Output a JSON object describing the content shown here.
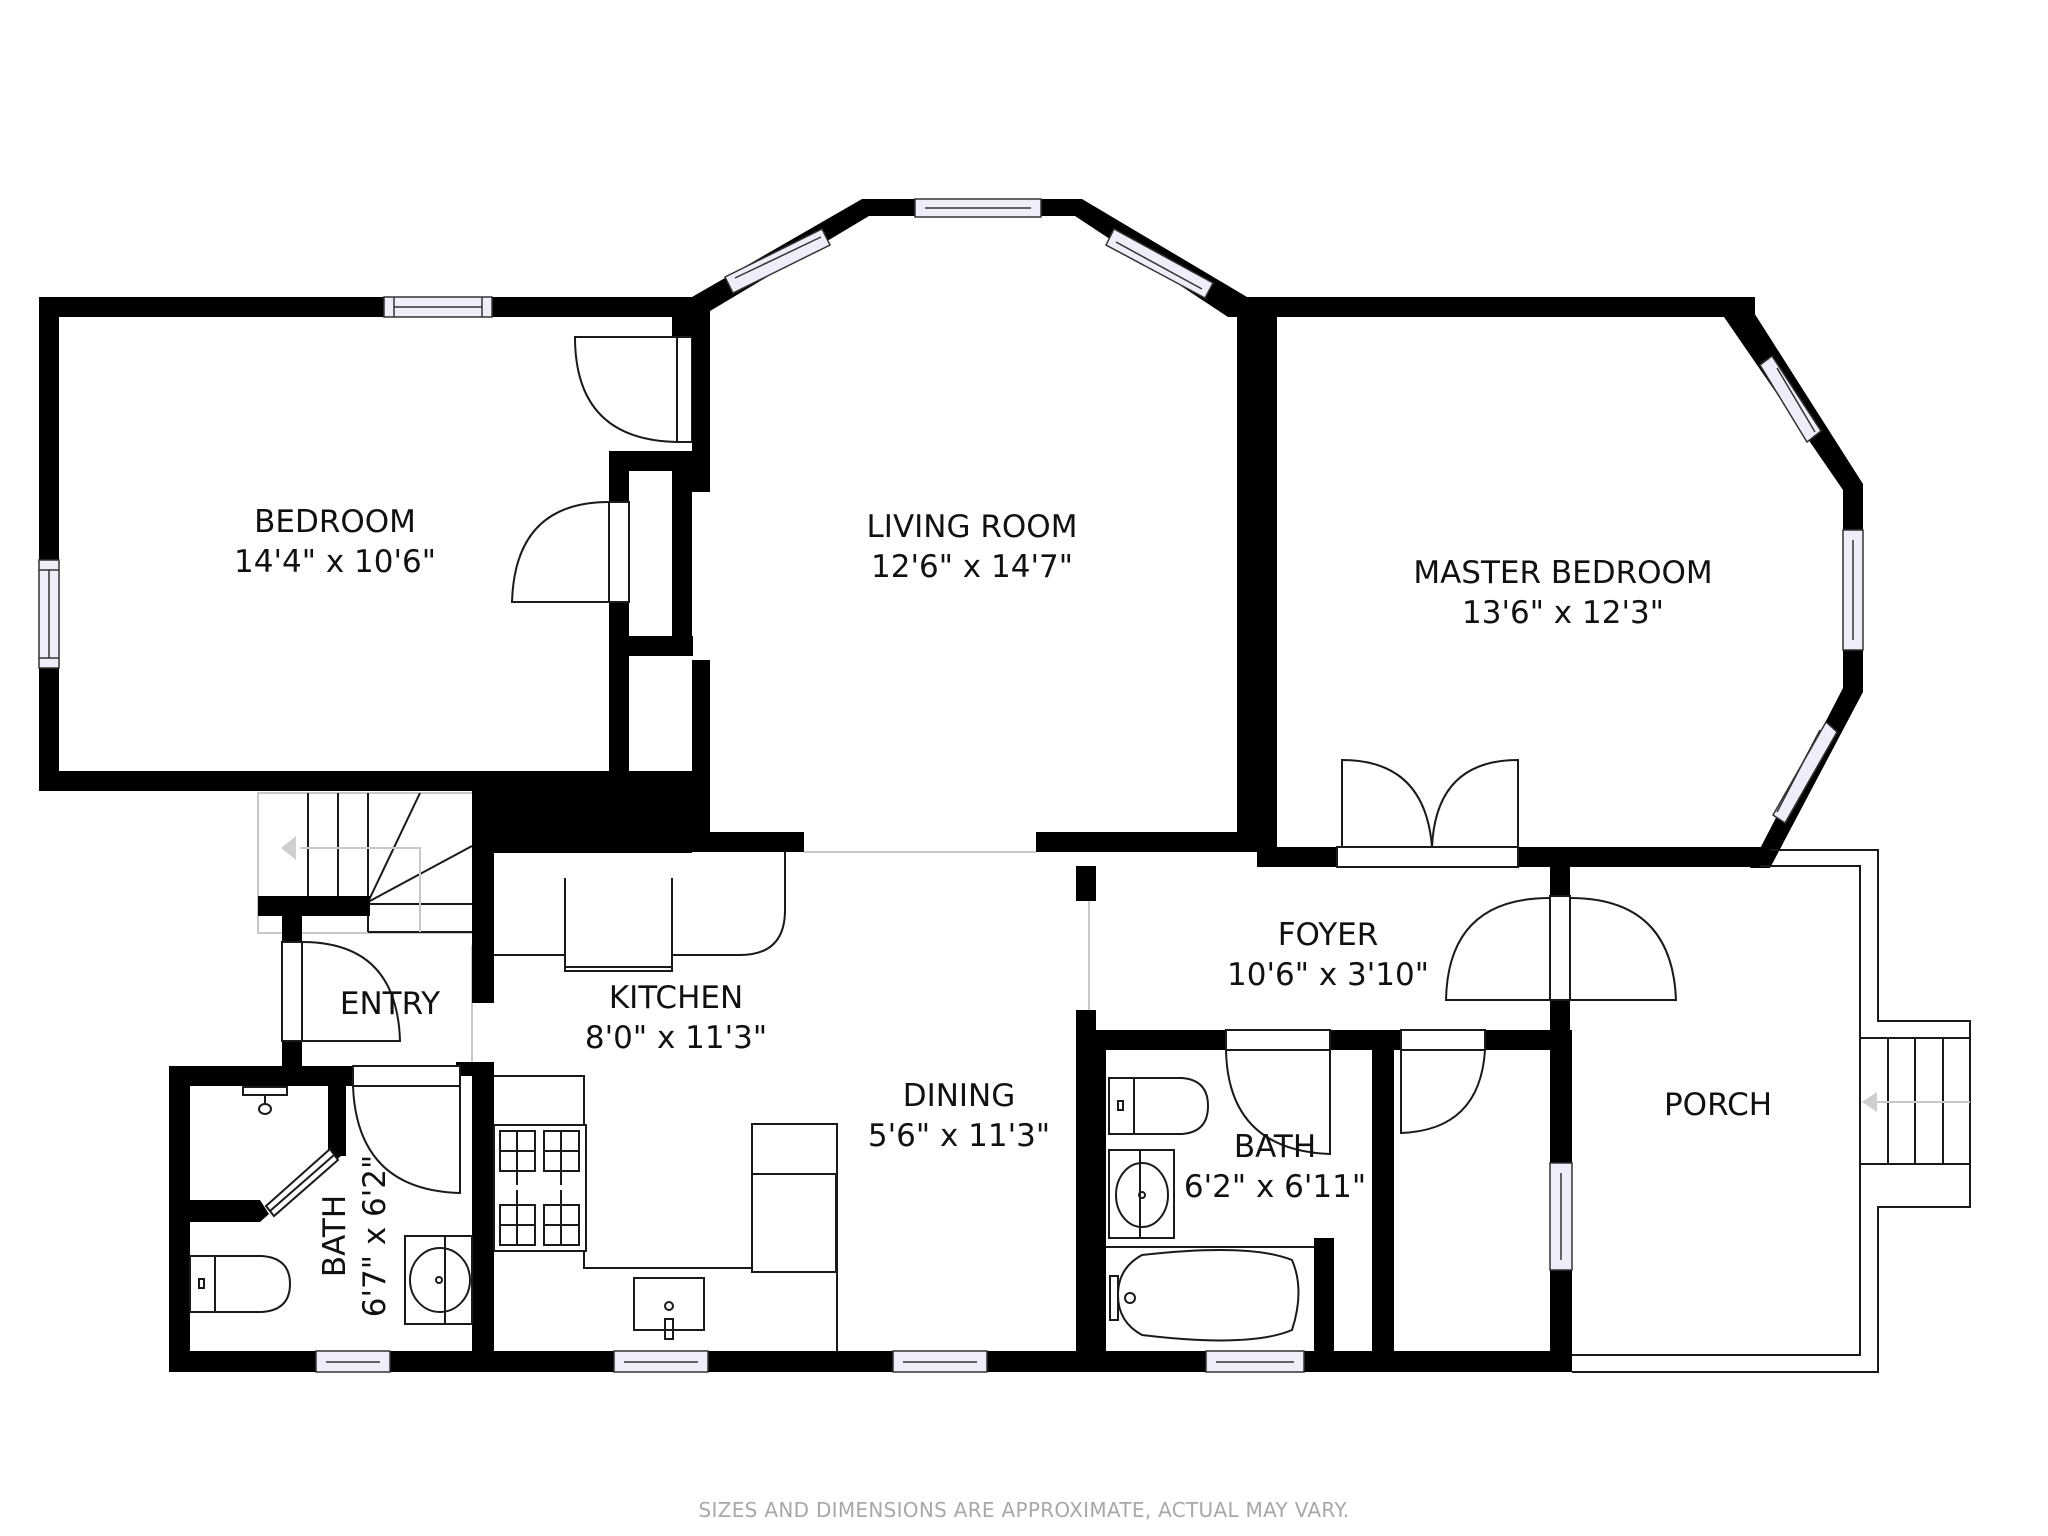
{
  "floorplan": {
    "rooms": [
      {
        "id": "bedroom",
        "name": "BEDROOM",
        "dims": "14'4\" x 10'6\""
      },
      {
        "id": "living-room",
        "name": "LIVING ROOM",
        "dims": "12'6\" x 14'7\""
      },
      {
        "id": "master-bedroom",
        "name": "MASTER BEDROOM",
        "dims": "13'6\" x 12'3\""
      },
      {
        "id": "foyer",
        "name": "FOYER",
        "dims": "10'6\" x 3'10\""
      },
      {
        "id": "entry",
        "name": "ENTRY",
        "dims": ""
      },
      {
        "id": "kitchen",
        "name": "KITCHEN",
        "dims": "8'0\" x 11'3\""
      },
      {
        "id": "dining",
        "name": "DINING",
        "dims": "5'6\" x 11'3\""
      },
      {
        "id": "bath-right",
        "name": "BATH",
        "dims": "6'2\" x 6'11\""
      },
      {
        "id": "bath-left",
        "name": "BATH",
        "dims": "6'7\" x 6'2\""
      },
      {
        "id": "porch",
        "name": "PORCH",
        "dims": ""
      }
    ],
    "disclaimer": "SIZES AND DIMENSIONS ARE APPROXIMATE, ACTUAL MAY VARY.",
    "colors": {
      "wall": "#000000",
      "window": "#eeeefa",
      "background": "#ffffff",
      "disclaimer": "#a8a8a8",
      "stair_arrow": "#cfcfcf"
    }
  }
}
